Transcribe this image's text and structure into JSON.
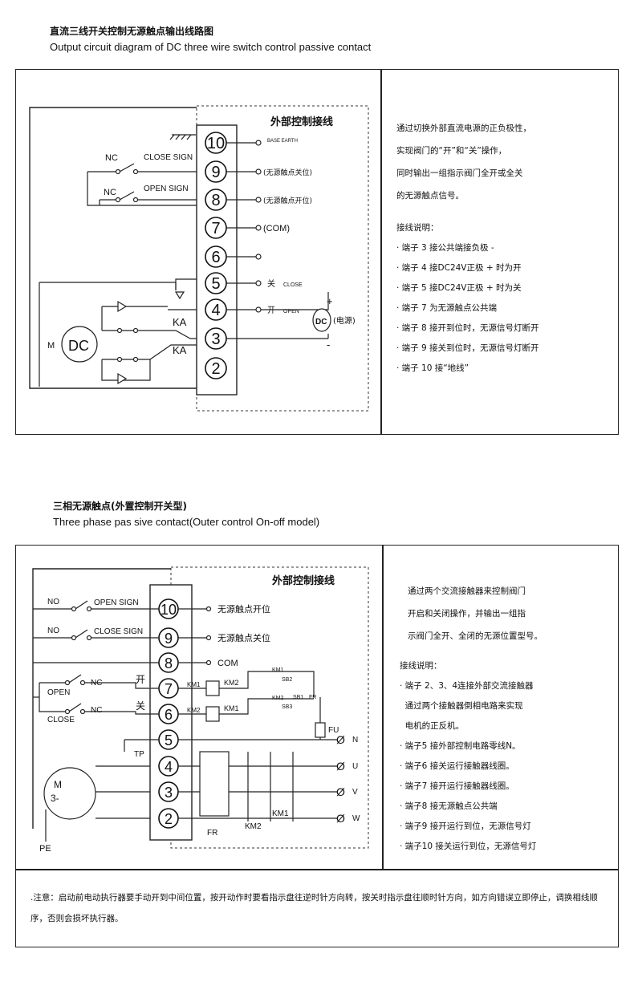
{
  "section1": {
    "title_cn": "直流三线开关控制无源触点输出线路图",
    "title_en": "Output circuit diagram of DC three wire switch control passive contact",
    "box_label": "外部控制接线",
    "terminals": [
      "10",
      "9",
      "8",
      "7",
      "6",
      "5",
      "4",
      "3",
      "2"
    ],
    "labels": {
      "nc1": "NC",
      "close_sign": "CLOSE SIGN",
      "nc2": "NC",
      "open_sign": "OPEN SIGN",
      "base_earth": "BASE EARTH",
      "t9": "(无源触点关位)",
      "t8": "(无源触点开位)",
      "t7": "(COM)",
      "t5_cn": "关",
      "t5_en": "CLOSE",
      "t4_cn": "开",
      "t4_en": "OPEN",
      "plus": "+",
      "minus": "-",
      "dc_src": "DC",
      "power": "(电源)",
      "ka1": "KA",
      "ka2": "KA",
      "motor_m": "M",
      "motor_dc": "DC"
    },
    "description": [
      "通过切换外部直流电源的正负极性，",
      "实现阀门的“开”和“关”操作，",
      "同时输出一组指示阀门全开或全关",
      "的无源触点信号。"
    ],
    "wiring_title": "接线说明：",
    "wiring": [
      "· 端子 3 接公共端接负极 -",
      "· 端子 4 接DC24V正极 + 时为开",
      "· 端子 5 接DC24V正极 + 时为关",
      "· 端子 7 为无源触点公共端",
      "· 端子 8 接开到位时，无源信号灯断开",
      "· 端子 9 接关到位时，无源信号灯断开",
      "· 端子 10 接“地线”"
    ]
  },
  "section2": {
    "title_cn": "三相无源触点(外置控制开关型)",
    "title_en": "Three phase pas sive contact(Outer control On-off model)",
    "box_label": "外部控制接线",
    "terminals": [
      "10",
      "9",
      "8",
      "7",
      "6",
      "5",
      "4",
      "3",
      "2"
    ],
    "labels": {
      "no1": "NO",
      "open_sign": "OPEN SIGN",
      "no2": "NO",
      "close_sign": "CLOSE SIGN",
      "t10": "无源触点开位",
      "t9": "无源触点关位",
      "t8": "COM",
      "nc1": "NC",
      "kai": "开",
      "open": "OPEN",
      "nc2": "NC",
      "guan": "关",
      "close": "CLOSE",
      "tp": "TP",
      "km1": "KM1",
      "km2": "KM2",
      "km2b": "KM2",
      "km1b": "KM1",
      "km1s": "KM1",
      "km2s": "KM2",
      "sb2": "SB2",
      "sb3": "SB3",
      "sb1": "SB1",
      "fr": "FR",
      "fu": "FU",
      "n": "N",
      "u": "U",
      "v": "V",
      "w": "W",
      "fr_box": "FR",
      "km2_bot": "KM2",
      "km1_bot": "KM1",
      "motor_m": "M",
      "motor_3": "3-",
      "pe": "PE"
    },
    "description": [
      "通过两个交流接触器来控制阀门",
      "开启和关闭操作，并输出一组指",
      "示阀门全开、全闭的无源位置型号。"
    ],
    "wiring_title": "接线说明：",
    "wiring": [
      "· 端子 2、3、4连接外部交流接触器",
      "  通过两个接触器倒相电路来实现",
      "  电机的正反机。",
      "· 端子5 接外部控制电路零线N。",
      "· 端子6 接关运行接触器线圈。",
      "· 端子7 接开运行接触器线圈。",
      "· 端子8 接无源触点公共端",
      "· 端子9 接开运行到位，无源信号灯",
      "· 端子10 接关运行到位，无源信号灯"
    ],
    "note": ".注意：启动前电动执行器要手动开到中间位置，按开动作时要看指示盘往逆时针方向转，按关时指示盘往顺时针方向，如方向错误立即停止，调换相线顺序，否则会损坏执行器。"
  }
}
